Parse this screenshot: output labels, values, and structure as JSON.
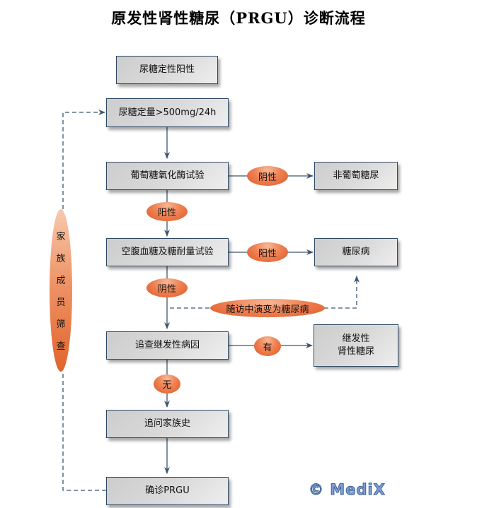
{
  "title": "原发性肾性糖尿（PRGU）诊断流程",
  "nodes": {
    "qualitative": "尿糖定性阳性",
    "quantitative": "尿糖定量>500mg/24h",
    "glucose_oxidase": "葡萄糖氧化酶试验",
    "non_glucose": "非葡萄糖尿",
    "fasting_ogtt": "空腹血糖及糖耐量试验",
    "diabetes": "糖尿病",
    "secondary_cause": "追查继发性病因",
    "secondary_rg_line1": "继发性",
    "secondary_rg_line2": "肾性糖尿",
    "family_history": "追问家族史",
    "confirm": "确诊PRGU"
  },
  "labels": {
    "negative_1": "阴性",
    "positive_1": "阳性",
    "positive_2": "阳性",
    "negative_2": "阴性",
    "followup": "随访中演变为糖尿病",
    "yes": "有",
    "no": "无"
  },
  "family_screening": [
    "家",
    "族",
    "成",
    "员",
    "筛",
    "查"
  ],
  "watermark": "© MediX",
  "colors": {
    "box_border": "#2f4a66",
    "connector": "#3d5670",
    "pill": "#e86a36"
  }
}
